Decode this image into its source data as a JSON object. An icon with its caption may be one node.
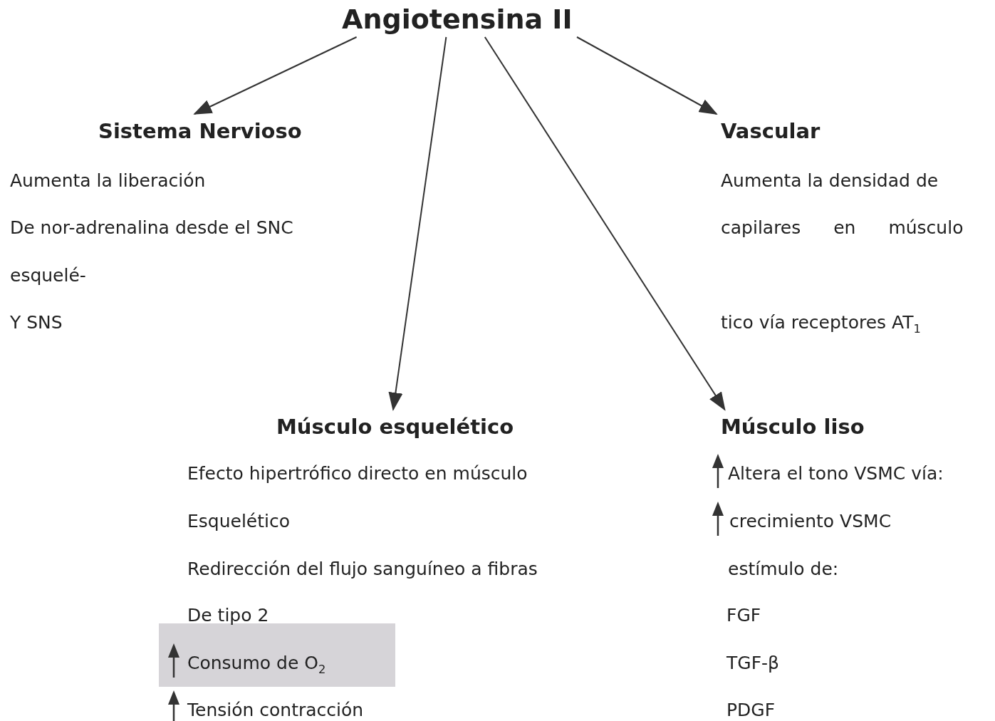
{
  "diagram": {
    "nodes": [
      {
        "text": [
          "Angiotensina II"
        ]
      },
      {
        "text": [
          "Sistema Nervioso",
          "Aumenta la liberación",
          "De nor-adrenalina desde el SNC",
          "esquelé-",
          "Y SNS"
        ]
      },
      {
        "text": [
          "Vascular",
          "Aumenta la densidad de",
          "capilares en músculo",
          "tico vía receptores AT$_{1}$"
        ]
      },
      {
        "text": [
          "Músculo esquelético",
          "Efecto hipertrófico directo en músculo",
          "Esquelético",
          "Redirección del flujo sanguíneo a fibras",
          "De tipo 2",
          "Consumo de O$_{2}$",
          "Tensión contracción"
        ]
      },
      {
        "text": [
          "Músculo liso",
          "Altera el tono VSMC vía:",
          "crecimiento VSMC",
          "estímulo de:",
          "FGF",
          "TGF-β",
          "PDGF"
        ]
      }
    ],
    "edges": [
      {
        "from": 0,
        "to": 1,
        "arrow": "to"
      },
      {
        "from": 0,
        "to": 3,
        "arrow": "to"
      },
      {
        "from": 0,
        "to": 4,
        "arrow": "to"
      },
      {
        "from": 0,
        "to": 2,
        "arrow": "to"
      }
    ]
  }
}
